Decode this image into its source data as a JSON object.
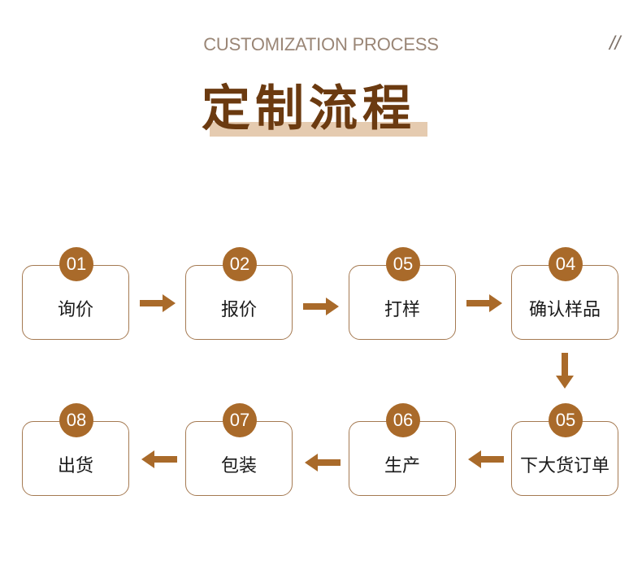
{
  "header": {
    "subtitle": "CUSTOMIZATION PROCESS",
    "slash_mark": "//",
    "title": "定制流程"
  },
  "colors": {
    "accent": "#a96a2a",
    "title": "#6b3a10",
    "border": "#a57a52",
    "underline": "#e5cbb0"
  },
  "steps": [
    {
      "number": "01",
      "label": "询价"
    },
    {
      "number": "02",
      "label": "报价"
    },
    {
      "number": "05",
      "label": "打样"
    },
    {
      "number": "04",
      "label": "确认样品"
    },
    {
      "number": "05",
      "label": "下大货订单"
    },
    {
      "number": "06",
      "label": "生产"
    },
    {
      "number": "07",
      "label": "包装"
    },
    {
      "number": "08",
      "label": "出货"
    }
  ],
  "arrows": [
    "right",
    "right",
    "right",
    "down",
    "left",
    "left",
    "left"
  ]
}
